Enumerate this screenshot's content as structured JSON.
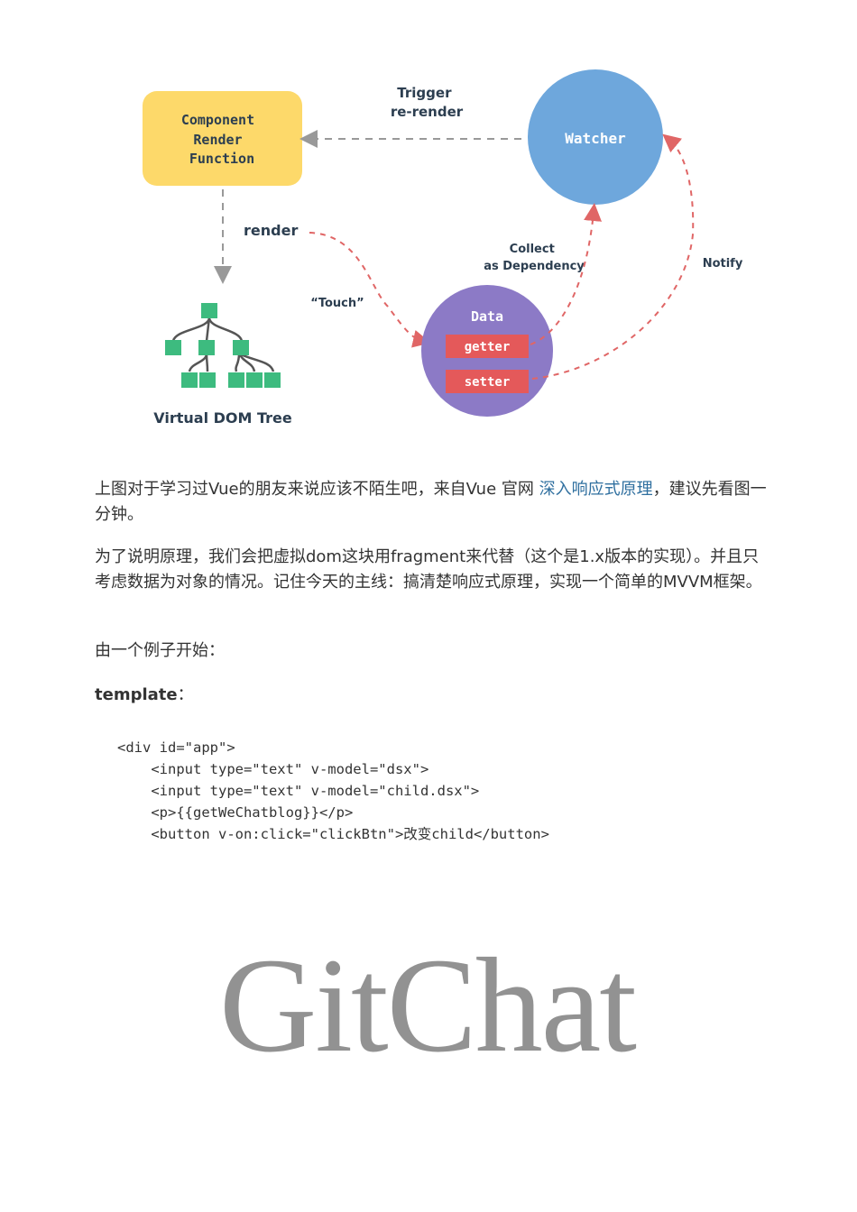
{
  "diagram": {
    "component_render_function": [
      "Component",
      "Render",
      "Function"
    ],
    "trigger_rerender": [
      "Trigger",
      "re-render"
    ],
    "watcher": "Watcher",
    "render": "render",
    "touch": "“Touch”",
    "collect_dependency": [
      "Collect",
      "as Dependency"
    ],
    "notify": "Notify",
    "data": "Data",
    "getter": "getter",
    "setter": "setter",
    "virtual_dom_tree": "Virtual DOM Tree",
    "colors": {
      "component": "#fdd96a",
      "watcher": "#6ea7dc",
      "data": "#8c7ac6",
      "getset": "#e4595a",
      "tree": "#3dbb7f",
      "arrow_red": "#e06666",
      "arrow_gray": "#999999"
    }
  },
  "paragraphs": {
    "p1_before": "上图对于学习过Vue的朋友来说应该不陌生吧，来自Vue 官网 ",
    "p1_link": "深入响应式原理",
    "p1_after": "，建议先看图一分钟。",
    "p2": "为了说明原理，我们会把虚拟dom这块用fragment来代替（这个是1.x版本的实现）。并且只考虑数据为对象的情况。记住今天的主线：搞清楚响应式原理，实现一个简单的MVVM框架。",
    "p3": "由一个例子开始：",
    "p4_label": "template",
    "p4_colon": "："
  },
  "code": {
    "lines": [
      "<div id=\"app\">",
      "    <input type=\"text\" v-model=\"dsx\">",
      "    <input type=\"text\" v-model=\"child.dsx\">",
      "    <p>{{getWeChatblog}}</p>",
      "    <button v-on:click=\"clickBtn\">改变child</button>"
    ]
  },
  "watermark": "GitChat"
}
